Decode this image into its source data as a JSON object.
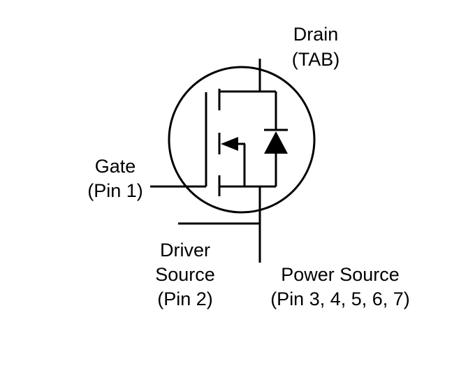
{
  "diagram": {
    "colors": {
      "line": "#000000",
      "background": "#ffffff",
      "text": "#000000"
    },
    "labels": {
      "drain": {
        "line1": "Drain",
        "line2": "(TAB)"
      },
      "gate": {
        "line1": "Gate",
        "line2": "(Pin 1)"
      },
      "driver_source": {
        "line1": "Driver",
        "line2": "Source",
        "line3": "(Pin 2)"
      },
      "power_source": {
        "line1": "Power Source",
        "line2": "(Pin 3, 4, 5, 6, 7)"
      }
    }
  }
}
